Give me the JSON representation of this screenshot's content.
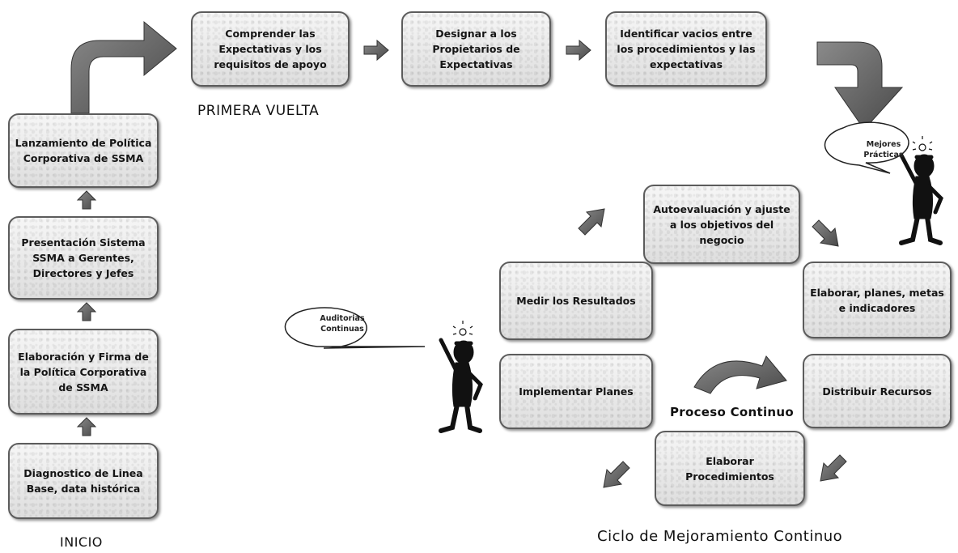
{
  "start_steps": [
    {
      "label": "Diagnostico de Linea Base, data histórica"
    },
    {
      "label": "Elaboración y Firma de la Política Corporativa de SSMA"
    },
    {
      "label": "Presentación Sistema SSMA a Gerentes, Directores y Jefes"
    },
    {
      "label": "Lanzamiento de Política Corporativa de SSMA"
    }
  ],
  "first_loop_steps": [
    {
      "label": "Comprender las Expectativas y los requisitos de apoyo"
    },
    {
      "label": "Designar a los Propietarios de Expectativas"
    },
    {
      "label": "Identificar vacios entre los procedimientos y las expectativas"
    }
  ],
  "cycle_steps": [
    {
      "label": "Autoevaluación y ajuste a los objetivos del negocio"
    },
    {
      "label": "Elaborar, planes, metas e indicadores"
    },
    {
      "label": "Distribuir Recursos"
    },
    {
      "label": "Elaborar Procedimientos"
    },
    {
      "label": "Implementar Planes"
    },
    {
      "label": "Medir los Resultados"
    }
  ],
  "captions": {
    "inicio": "INICIO",
    "primera_vuelta": "PRIMERA VUELTA",
    "proceso_continuo": "Proceso Continuo",
    "ciclo": "Ciclo de Mejoramiento Continuo"
  },
  "bubbles": {
    "mejores_practicas": "Mejores Prácticas",
    "auditorias": "Auditorias Continuas"
  },
  "colors": {
    "box_border": "#5c5c5c",
    "box_fill": "#e8e8e8",
    "arrow": "#6e6e6e",
    "figure": "#111111"
  }
}
